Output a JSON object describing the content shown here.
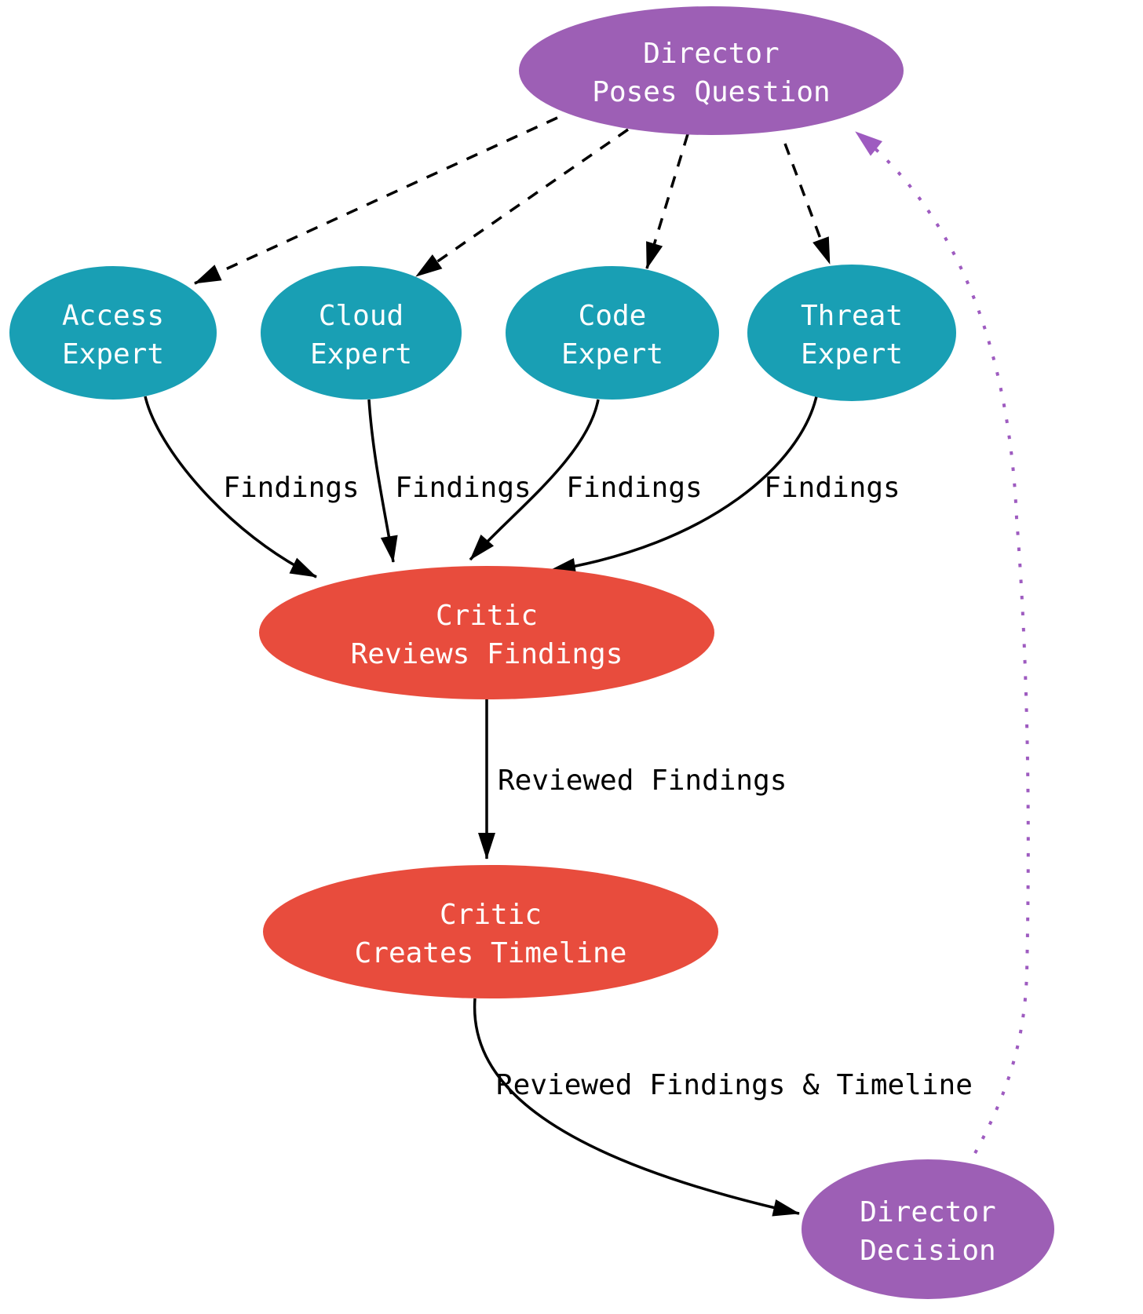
{
  "diagram_title": "Director-Experts-Critic investigation flow",
  "colors": {
    "director": "#9d5fb5",
    "expert": "#199fb4",
    "critic": "#e84c3d",
    "edge": "#000000",
    "feedback": "#9e5bc0",
    "node_text": "#ffffff",
    "label_text": "#000000",
    "background": "#ffffff"
  },
  "nodes": {
    "director_question": {
      "line1": "Director",
      "line2": "Poses Question"
    },
    "access_expert": {
      "line1": "Access",
      "line2": "Expert"
    },
    "cloud_expert": {
      "line1": "Cloud",
      "line2": "Expert"
    },
    "code_expert": {
      "line1": "Code",
      "line2": "Expert"
    },
    "threat_expert": {
      "line1": "Threat",
      "line2": "Expert"
    },
    "critic_reviews": {
      "line1": "Critic",
      "line2": "Reviews Findings"
    },
    "critic_timeline": {
      "line1": "Critic",
      "line2": "Creates Timeline"
    },
    "director_decision": {
      "line1": "Director",
      "line2": "Decision"
    }
  },
  "edge_labels": {
    "access_findings": "Findings",
    "cloud_findings": "Findings",
    "code_findings": "Findings",
    "threat_findings": "Findings",
    "reviewed_findings": "Reviewed Findings",
    "reviewed_findings_timeline": "Reviewed Findings & Timeline"
  }
}
